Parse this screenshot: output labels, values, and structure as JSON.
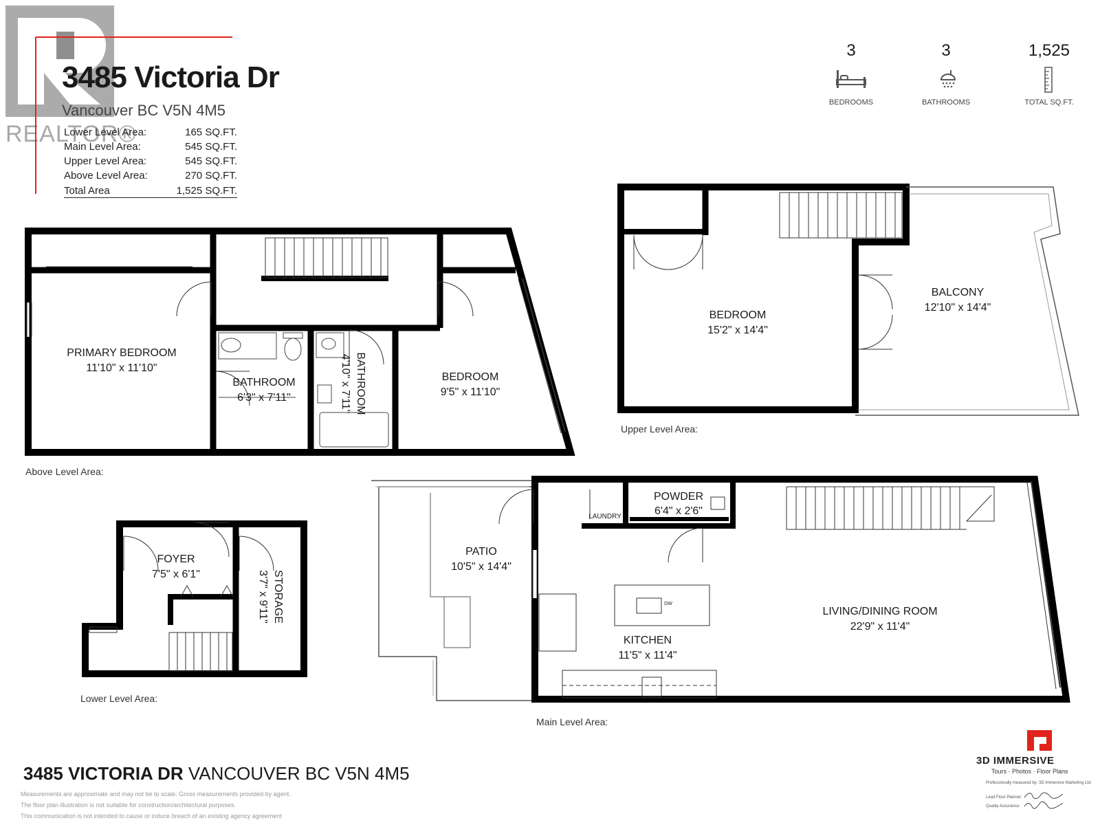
{
  "header": {
    "title": "3485 Victoria Dr",
    "subtitle": "Vancouver BC V5N 4M5",
    "watermark": "REALTOR®"
  },
  "areas": [
    {
      "label": "Lower Level Area:",
      "value": "165 SQ.FT."
    },
    {
      "label": "Main Level Area:",
      "value": "545 SQ.FT."
    },
    {
      "label": "Upper Level Area:",
      "value": "545 SQ.FT."
    },
    {
      "label": "Above Level Area:",
      "value": "270 SQ.FT."
    }
  ],
  "total": {
    "label": "Total Area",
    "value": "1,525 SQ.FT."
  },
  "stats": [
    {
      "value": "3",
      "label": "BEDROOMS",
      "icon": "bed-icon"
    },
    {
      "value": "3",
      "label": "BATHROOMS",
      "icon": "shower-icon"
    },
    {
      "value": "1,525",
      "label": "TOTAL SQ.FT.",
      "icon": "ruler-icon"
    }
  ],
  "rooms": {
    "primary_bedroom": {
      "name": "PRIMARY BEDROOM",
      "size": "11'10\" x 11'10\""
    },
    "bathroom_a": {
      "name": "BATHROOM",
      "size": "6'3\" x 7'11\""
    },
    "bathroom_b": {
      "name": "BATHROOM",
      "size": "4'10\" x 7'11\""
    },
    "bedroom_above": {
      "name": "BEDROOM",
      "size": "9'5\" x 11'10\""
    },
    "bedroom_upper": {
      "name": "BEDROOM",
      "size": "15'2\" x 14'4\""
    },
    "balcony": {
      "name": "BALCONY",
      "size": "12'10\" x 14'4\""
    },
    "foyer": {
      "name": "FOYER",
      "size": "7'5\" x 6'1\""
    },
    "storage": {
      "name": "STORAGE",
      "size": "3'7\" x 9'11\""
    },
    "patio": {
      "name": "PATIO",
      "size": "10'5\" x 14'4\""
    },
    "laundry": {
      "name": "LAUNDRY"
    },
    "powder": {
      "name": "POWDER",
      "size": "6'4\" x 2'6\""
    },
    "kitchen": {
      "name": "KITCHEN",
      "size": "11'5\" x 11'4\""
    },
    "living": {
      "name": "LIVING/DINING ROOM",
      "size": "22'9\" x 11'4\""
    },
    "dw": "DW"
  },
  "level_labels": {
    "above": "Above Level Area:",
    "upper": "Upper Level Area:",
    "lower": "Lower Level Area:",
    "main": "Main Level Area:"
  },
  "footer": {
    "address_bold": "3485 VICTORIA DR",
    "address_rest": "VANCOUVER BC V5N 4M5",
    "disclaimers": [
      "Measurements are approximate and may not be to scale. Gross measurements provided by agent.",
      "The floor plan illustration is not suitable for construction/architectural purposes.",
      "This communication is not intended to cause or induce breach of an existing agency agreement"
    ]
  },
  "brand": {
    "name": "3D IMMERSIVE",
    "tagline": "Tours · Photos · Floor Plans",
    "credit": "Professionally measured by: 3D Immersive Marketing Ltd.",
    "lead_label": "Lead Floor Planner:",
    "qa_label": "Quality Assurance:",
    "accent": "#e0231c"
  },
  "colors": {
    "wall": "#000000",
    "accent": "#e0231c",
    "watermark": "#9a9a9a"
  }
}
